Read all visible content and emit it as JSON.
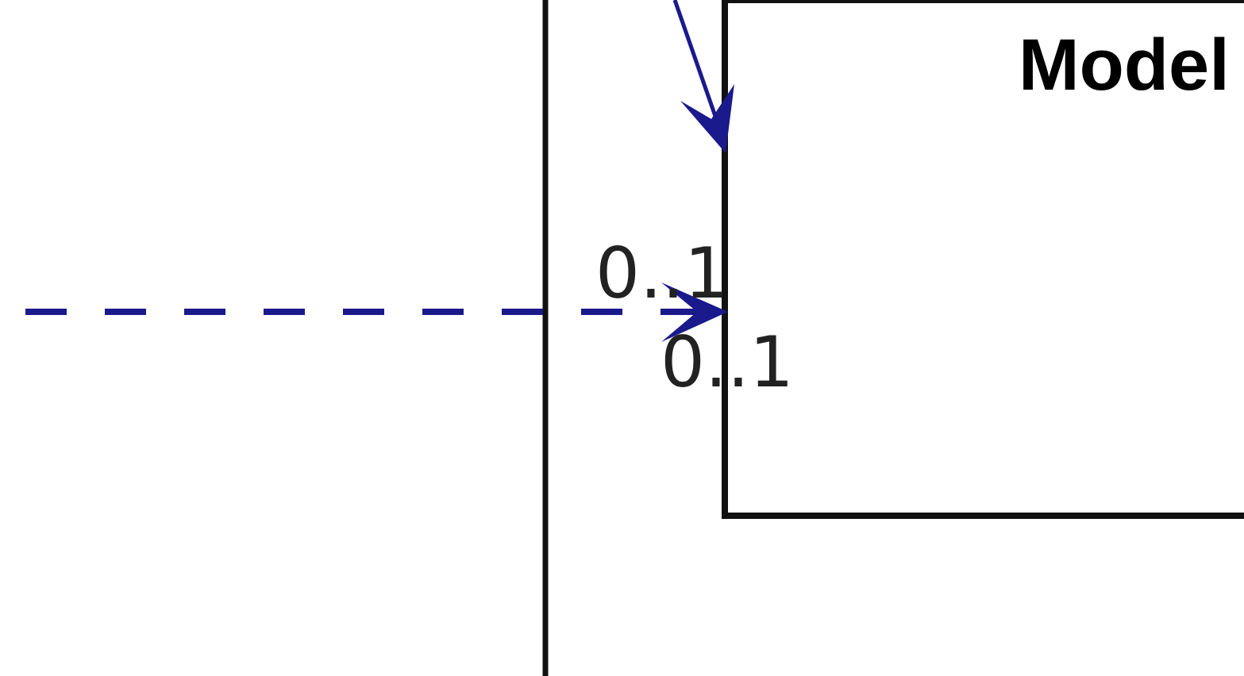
{
  "diagram": {
    "class_box": {
      "title": "Model"
    },
    "associations": [
      {
        "kind": "dependency",
        "style": "dashed",
        "color": "#1a1a8c",
        "multiplicity_upper": "0..1",
        "multiplicity_lower": "0..1"
      },
      {
        "kind": "directed-association",
        "style": "solid",
        "color": "#1a1a8c"
      }
    ],
    "colors": {
      "line_black": "#111111",
      "box_border": "#111111",
      "arrow_blue": "#1a1a8c"
    }
  }
}
